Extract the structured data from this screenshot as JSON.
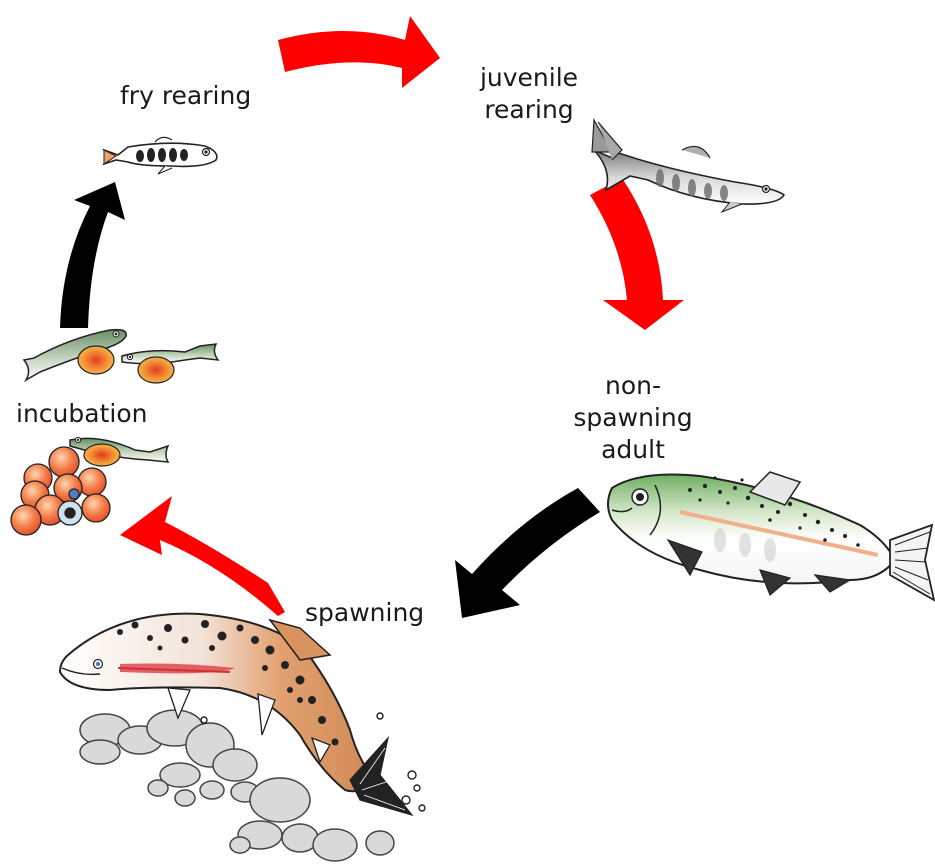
{
  "stages": {
    "fry_rearing": "fry rearing",
    "juvenile_rearing": [
      "juvenile",
      "rearing"
    ],
    "non_spawning_adult": [
      "non-",
      "spawning",
      "adult"
    ],
    "spawning": "spawning",
    "incubation": "incubation"
  },
  "colors": {
    "arrow_red": "#ff0000",
    "arrow_black": "#000000",
    "egg_orange": "#f26a3a",
    "spawner_body": "#d9935f",
    "adult_back": "#7bb26b",
    "lateral_stripe": "#f0b08a",
    "rock_gray": "#d9d9d9"
  },
  "icons": {
    "fry": "fry-fish-icon",
    "juvenile": "juvenile-fish-icon",
    "adult": "adult-trout-icon",
    "spawner": "spawning-trout-icon",
    "eggs": "egg-cluster-icon",
    "alevins": "alevin-icon",
    "rocks": "gravel-rocks-icon",
    "bubbles": "bubbles-icon"
  }
}
